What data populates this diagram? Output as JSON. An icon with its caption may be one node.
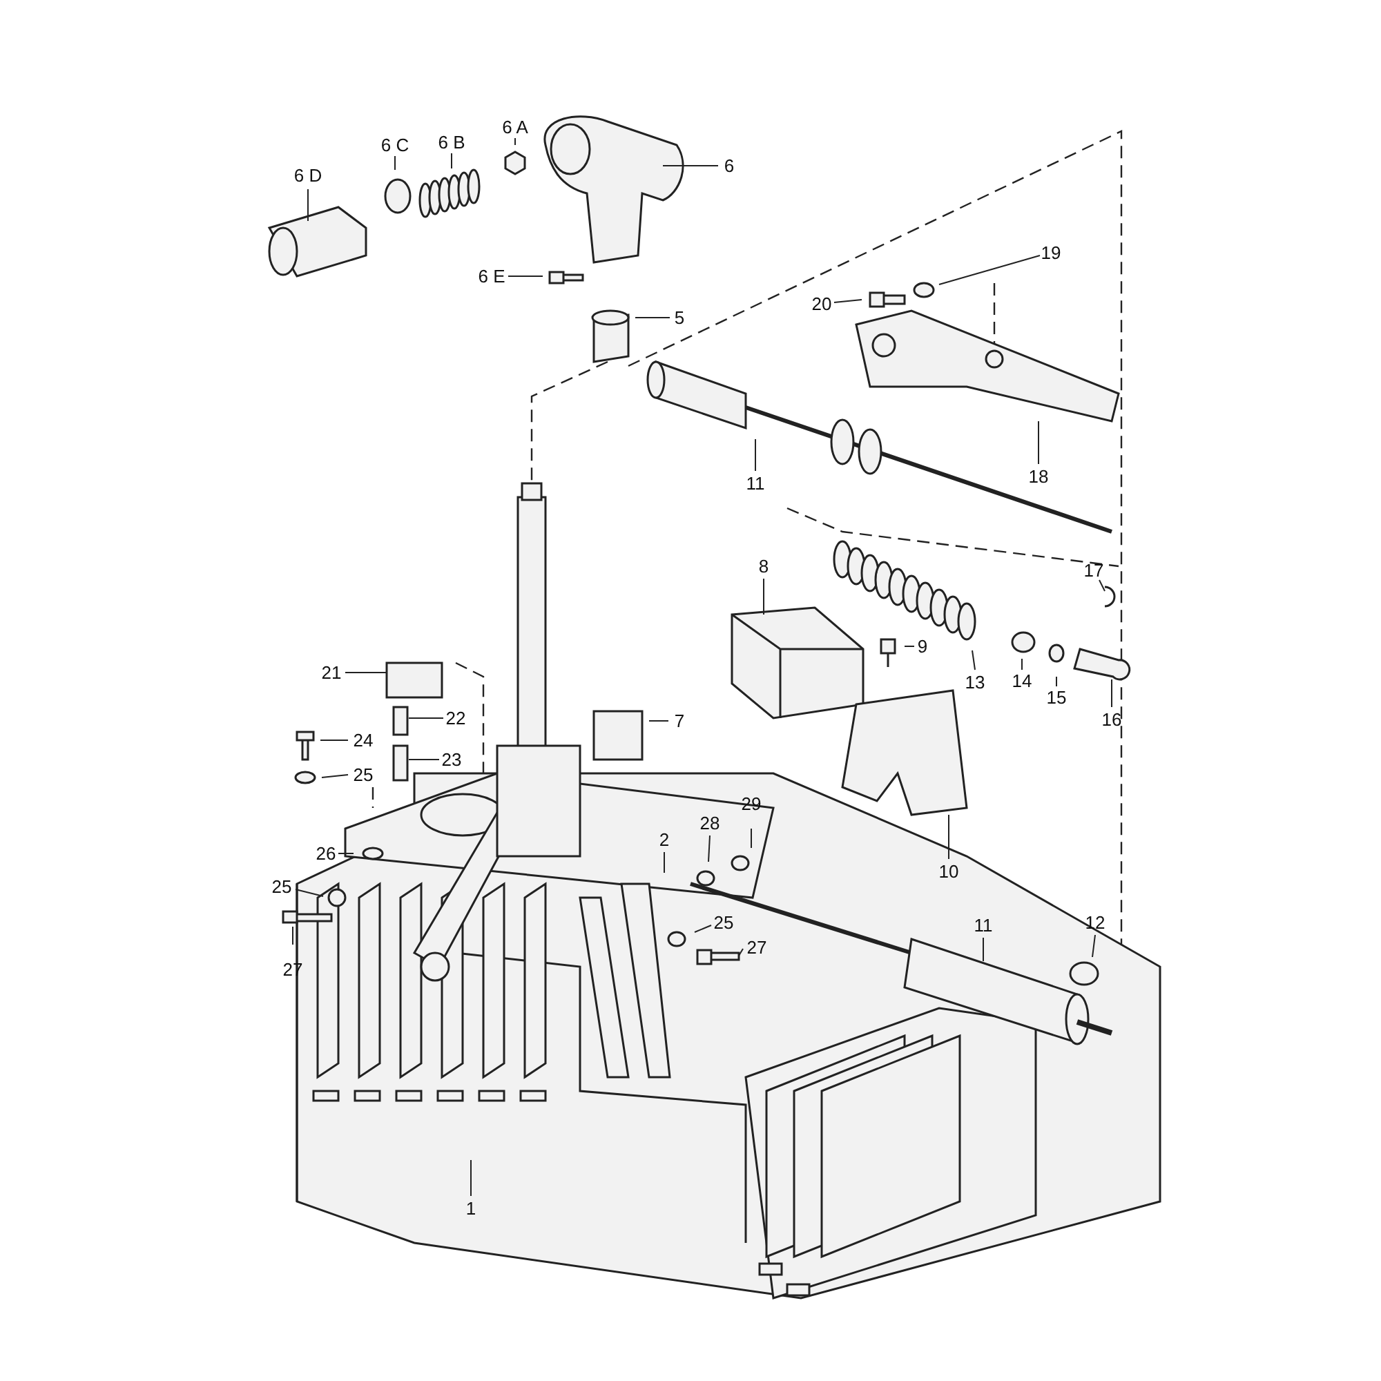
{
  "diagram": {
    "nodes": [
      {
        "text": [
          "6 D"
        ]
      },
      {
        "text": [
          "6 C"
        ]
      },
      {
        "text": [
          "6 B"
        ]
      },
      {
        "text": [
          "6 A"
        ]
      },
      {
        "text": [
          "6"
        ]
      },
      {
        "text": [
          "6 E"
        ]
      },
      {
        "text": [
          "5"
        ]
      },
      {
        "text": [
          "20"
        ]
      },
      {
        "text": [
          "19"
        ]
      },
      {
        "text": [
          "11"
        ]
      },
      {
        "text": [
          "18"
        ]
      },
      {
        "text": [
          "8"
        ]
      },
      {
        "text": [
          "17"
        ]
      },
      {
        "text": [
          "9"
        ]
      },
      {
        "text": [
          "21"
        ]
      },
      {
        "text": [
          "13"
        ]
      },
      {
        "text": [
          "14"
        ]
      },
      {
        "text": [
          "15"
        ]
      },
      {
        "text": [
          "16"
        ]
      },
      {
        "text": [
          "22"
        ]
      },
      {
        "text": [
          "7"
        ]
      },
      {
        "text": [
          "24"
        ]
      },
      {
        "text": [
          "25"
        ]
      },
      {
        "text": [
          "23"
        ]
      },
      {
        "text": [
          "2"
        ]
      },
      {
        "text": [
          "28"
        ]
      },
      {
        "text": [
          "29"
        ]
      },
      {
        "text": [
          "10"
        ]
      },
      {
        "text": [
          "26"
        ]
      },
      {
        "text": [
          "25"
        ]
      },
      {
        "text": [
          "11"
        ]
      },
      {
        "text": [
          "12"
        ]
      },
      {
        "text": [
          "25"
        ]
      },
      {
        "text": [
          "27"
        ]
      },
      {
        "text": [
          "27"
        ]
      },
      {
        "text": [
          "1"
        ]
      }
    ],
    "edges": [
      {
        "from": 0,
        "to": null,
        "arrow": "none"
      },
      {
        "from": 1,
        "to": null,
        "arrow": "none"
      },
      {
        "from": 2,
        "to": null,
        "arrow": "none"
      },
      {
        "from": 3,
        "to": null,
        "arrow": "none"
      },
      {
        "from": 4,
        "to": null,
        "arrow": "none"
      },
      {
        "from": 5,
        "to": null,
        "arrow": "none"
      },
      {
        "from": 6,
        "to": null,
        "arrow": "none"
      },
      {
        "from": 7,
        "to": null,
        "arrow": "none"
      },
      {
        "from": 8,
        "to": null,
        "arrow": "none"
      },
      {
        "from": 9,
        "to": null,
        "arrow": "none"
      },
      {
        "from": 10,
        "to": null,
        "arrow": "none"
      },
      {
        "from": 11,
        "to": null,
        "arrow": "none"
      },
      {
        "from": 12,
        "to": null,
        "arrow": "none"
      },
      {
        "from": 13,
        "to": null,
        "arrow": "none"
      },
      {
        "from": 14,
        "to": null,
        "arrow": "none"
      },
      {
        "from": 15,
        "to": null,
        "arrow": "none"
      },
      {
        "from": 16,
        "to": null,
        "arrow": "none"
      },
      {
        "from": 17,
        "to": null,
        "arrow": "none"
      },
      {
        "from": 18,
        "to": null,
        "arrow": "none"
      },
      {
        "from": 19,
        "to": null,
        "arrow": "none"
      },
      {
        "from": 20,
        "to": null,
        "arrow": "none"
      },
      {
        "from": 21,
        "to": null,
        "arrow": "none"
      },
      {
        "from": 22,
        "to": null,
        "arrow": "none"
      },
      {
        "from": 23,
        "to": null,
        "arrow": "none"
      },
      {
        "from": 24,
        "to": null,
        "arrow": "none"
      },
      {
        "from": 25,
        "to": null,
        "arrow": "none"
      },
      {
        "from": 26,
        "to": null,
        "arrow": "none"
      },
      {
        "from": 27,
        "to": null,
        "arrow": "none"
      },
      {
        "from": 28,
        "to": null,
        "arrow": "none"
      },
      {
        "from": 29,
        "to": null,
        "arrow": "none"
      },
      {
        "from": 30,
        "to": null,
        "arrow": "none"
      },
      {
        "from": 31,
        "to": null,
        "arrow": "none"
      },
      {
        "from": 32,
        "to": null,
        "arrow": "none"
      },
      {
        "from": 33,
        "to": null,
        "arrow": "none"
      },
      {
        "from": 34,
        "to": null,
        "arrow": "none"
      },
      {
        "from": 35,
        "to": null,
        "arrow": "none"
      }
    ]
  }
}
